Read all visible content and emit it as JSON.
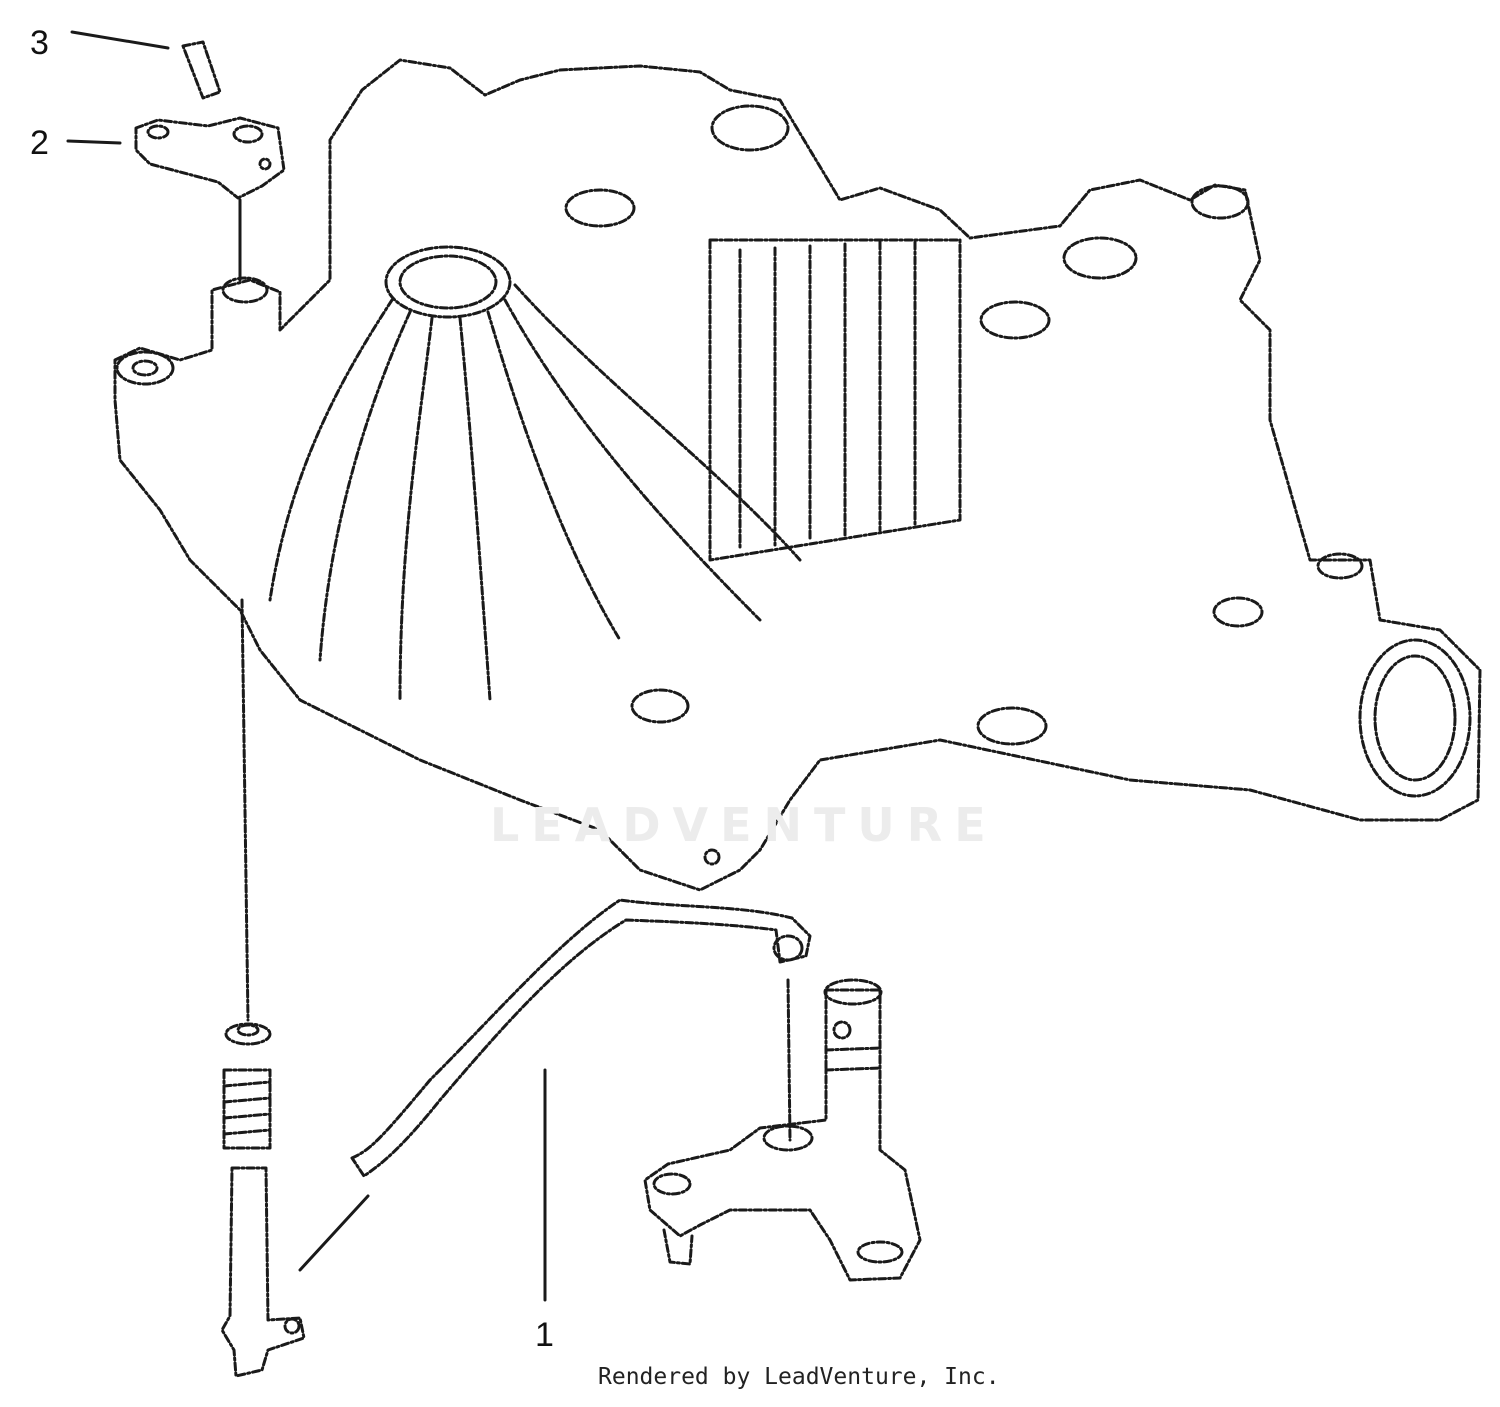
{
  "callouts": {
    "item1": "1",
    "item2": "2",
    "item3": "3"
  },
  "watermark": "LEADVENTURE",
  "footer": "Rendered by LeadVenture, Inc."
}
